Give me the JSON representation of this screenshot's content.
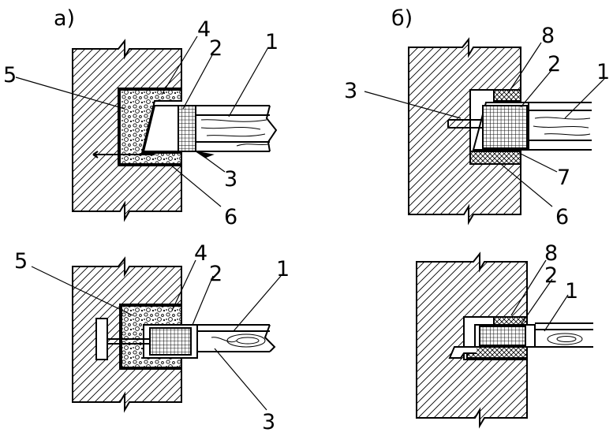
{
  "panels": {
    "a": {
      "title": "а)"
    },
    "b": {
      "title": "б)"
    }
  },
  "labels": {
    "a_top": {
      "l1": "1",
      "l2": "2",
      "l3": "3",
      "l4": "4",
      "l5": "5",
      "l6": "6"
    },
    "a_bot": {
      "l1": "1",
      "l2": "2",
      "l3": "3",
      "l4": "4",
      "l5": "5"
    },
    "b_top": {
      "l1": "1",
      "l2": "2",
      "l3": "3",
      "l6": "6",
      "l7": "7",
      "l8": "8"
    },
    "b_bot": {
      "l1": "1",
      "l2": "2",
      "l8": "8"
    }
  }
}
